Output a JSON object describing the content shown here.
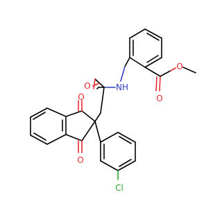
{
  "molecule": {
    "atom_labels": {
      "ester_o_double": "O",
      "ester_o_single": "O",
      "amide_n": "NH",
      "amide_o": "O",
      "ketone_o_top": "O",
      "ketone_o_bottom": "O",
      "chlorine": "Cl"
    },
    "colors": {
      "bond": "#000000",
      "oxygen": "#e8292e",
      "nitrogen": "#2f3fbf",
      "chlorine": "#2fa82f",
      "background": "#ffffff"
    }
  }
}
